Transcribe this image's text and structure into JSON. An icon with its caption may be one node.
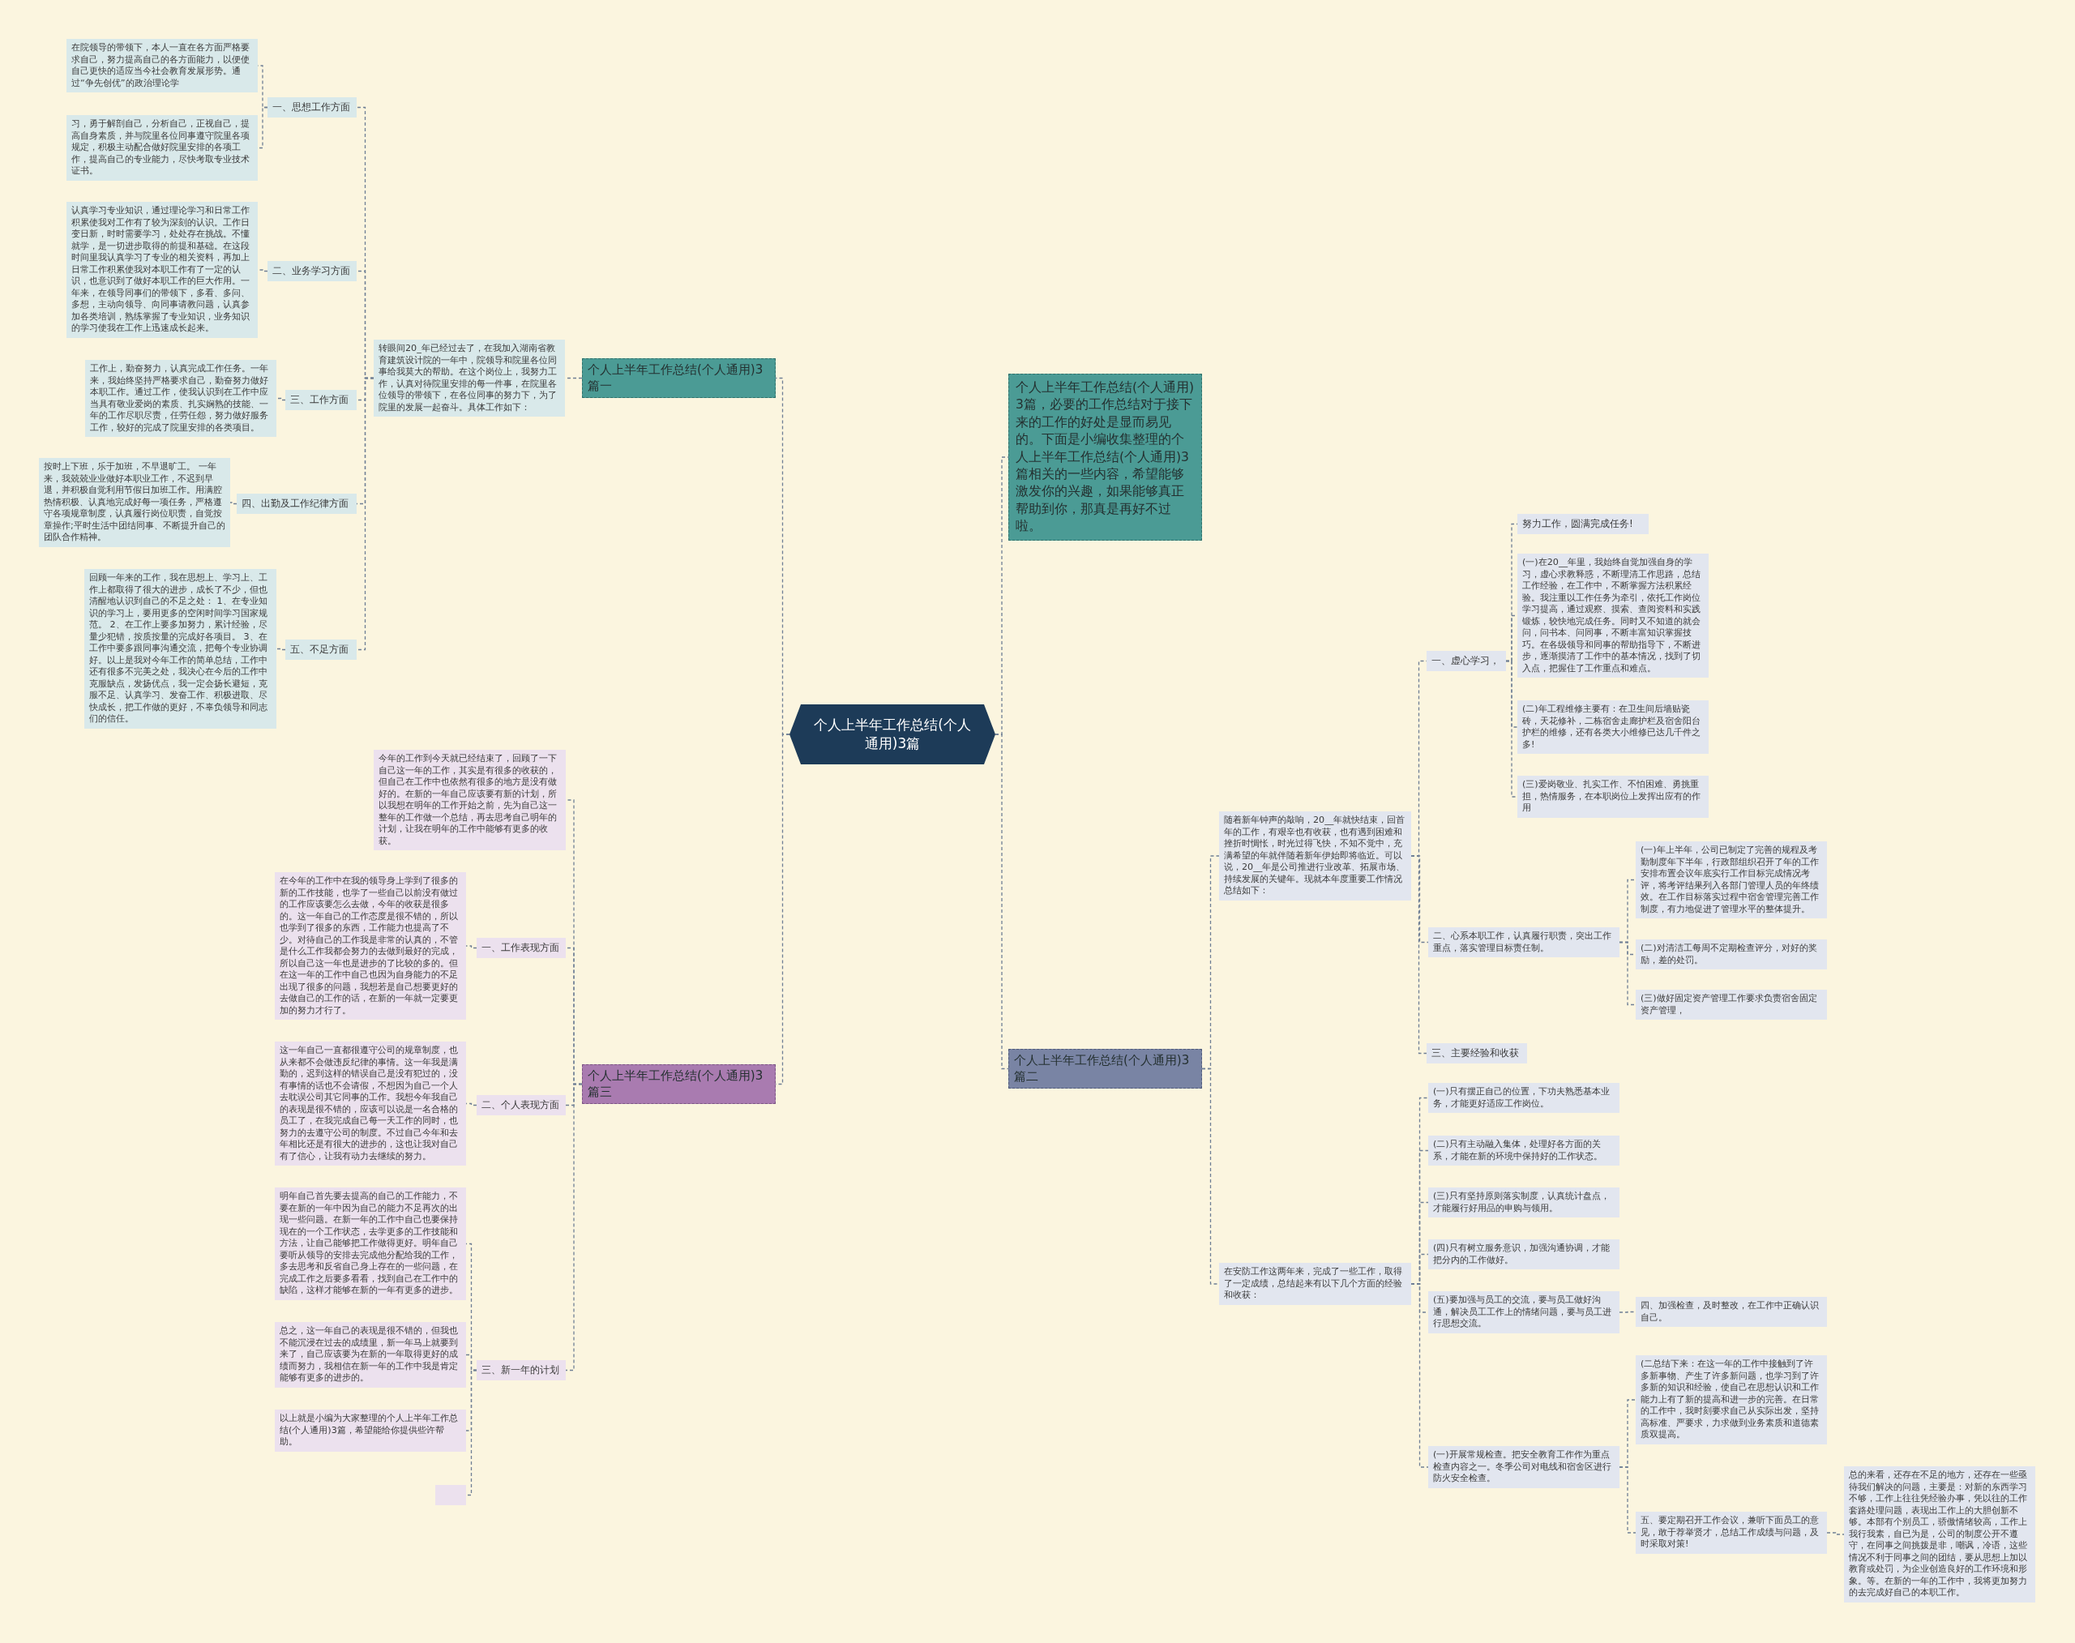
{
  "diagram": {
    "nodes": [
      {
        "text": [
          "个人上半年工作总结(个人通用)3篇"
        ]
      },
      {
        "text": [
          "个人上半年工作总结(个人通用)3篇一"
        ]
      },
      {
        "text": [
          "转眼间20_年已经过去了，在我加入湖南省教育建筑设计院的一年中，院领导和院里各位同事给我莫大的帮助。在这个岗位上，我努力工作，认真对待院里安排的每一件事，在院里各位领导的带领下，在各位同事的努力下，为了院里的发展一起奋斗。具体工作如下："
        ]
      },
      {
        "text": [
          "一、思想工作方面"
        ]
      },
      {
        "text": [
          "在院领导的带领下，本人一直在各方面严格要求自己，努力提高自己的各方面能力，以便使自己更快的适应当今社会教育发展形势。通过“争先创优”的政治理论学"
        ]
      },
      {
        "text": [
          "习，勇于解剖自己，分析自己，正视自己，提高自身素质，并与院里各位同事遵守院里各项规定，积极主动配合做好院里安排的各项工作，提高自己的专业能力，尽快考取专业技术证书。"
        ]
      },
      {
        "text": [
          "二、业务学习方面"
        ]
      },
      {
        "text": [
          "认真学习专业知识，通过理论学习和日常工作积累使我对工作有了较为深刻的认识。工作日变日新，时时需要学习，处处存在挑战。不懂就学，是一切进步取得的前提和基础。在这段时间里我认真学习了专业的相关资料，再加上日常工作积累使我对本职工作有了一定的认识，也意识到了做好本职工作的巨大作用。一年来，在领导同事们的带领下，多看、多问、多想，主动向领导、向同事请教问题，认真参加各类培训，熟练掌握了专业知识，业务知识的学习使我在工作上迅速成长起来。"
        ]
      },
      {
        "text": [
          "三、工作方面"
        ]
      },
      {
        "text": [
          "工作上，勤奋努力，认真完成工作任务。一年来，我始终坚持严格要求自己，勤奋努力做好本职工作。通过工作，使我认识到在工作中应当具有敬业爱岗的素质、扎实娴熟的技能、一年的工作尽职尽责，任劳任怨，努力做好服务工作，较好的完成了院里安排的各类项目。"
        ]
      },
      {
        "text": [
          "四、出勤及工作纪律方面"
        ]
      },
      {
        "text": [
          "按时上下班，乐于加班，不早退旷工。 一年来，我兢兢业业做好本职业工作，不迟到早退，并积极自觉利用节假日加班工作。用满腔热情积极、认真地完成好每一项任务，严格遵守各项规章制度，认真履行岗位职责，自觉按章操作;平时生活中团结同事、不断提升自己的团队合作精神。"
        ]
      },
      {
        "text": [
          "五、不足方面"
        ]
      },
      {
        "text": [
          "回顾一年来的工作，我在思想上、学习上、工作上都取得了很大的进步，成长了不少，但也清醒地认识到自己的不足之处： 1、在专业知识的学习上，要用更多的空闲时间学习国家规范。 2、在工作上要多加努力，累计经验，尽量少犯错，按质按量的完成好各项目。 3、在工作中要多跟同事沟通交流，把每个专业协调好。以上是我对今年工作的简单总结，工作中还有很多不完美之处，我决心在今后的工作中克服缺点，发扬优点，我一定会扬长避短，克服不足、认真学习、发奋工作、积极进取、尽快成长，把工作做的更好，不辜负领导和同志们的信任。"
        ]
      },
      {
        "text": [
          "个人上半年工作总结(个人通用)3篇三"
        ]
      },
      {
        "text": [
          "今年的工作到今天就已经结束了，回顾了一下自己这一年的工作，其实是有很多的收获的，但自己在工作中也依然有很多的地方是没有做好的。在新的一年自己应该要有新的计划，所以我想在明年的工作开始之前，先为自己这一整年的工作做一个总结，再去思考自己明年的计划，让我在明年的工作中能够有更多的收获。"
        ]
      },
      {
        "text": [
          "一、工作表现方面"
        ]
      },
      {
        "text": [
          "在今年的工作中在我的领导身上学到了很多的新的工作技能，也学了一些自己以前没有做过的工作应该要怎么去做，今年的收获是很多的。这一年自己的工作态度是很不错的，所以也学到了很多的东西，工作能力也提高了不少。对待自己的工作我是非常的认真的，不管是什么工作我都会努力的去做到最好的完成，所以自己这一年也是进步的了比较的多的。但在这一年的工作中自己也因为自身能力的不足出现了很多的问题，我想若是自己想要更好的去做自己的工作的话，在新的一年就一定要更加的努力才行了。"
        ]
      },
      {
        "text": [
          "二、个人表现方面"
        ]
      },
      {
        "text": [
          "这一年自己一直都很遵守公司的规章制度，也从来都不会做违反纪律的事情。这一年我是满勤的，迟到这样的错误自己是没有犯过的，没有事情的话也不会请假，不想因为自己一个人去耽误公司其它同事的工作。我想今年我自己的表现是很不错的，应该可以说是一名合格的员工了，在我完成自己每一天工作的同时，也努力的去遵守公司的制度。不过自己今年和去年相比还是有很大的进步的，这也让我对自己有了信心，让我有动力去继续的努力。"
        ]
      },
      {
        "text": [
          "三、新一年的计划"
        ]
      },
      {
        "text": [
          "明年自己首先要去提高的自己的工作能力，不要在新的一年中因为自己的能力不足再次的出现一些问题。在新一年的工作中自己也要保持现在的一个工作状态，去学更多的工作技能和方法，让自己能够把工作做得更好。明年自己要听从领导的安排去完成他分配给我的工作，多去思考和反省自己身上存在的一些问题，在完成工作之后要多看看，找到自己在工作中的缺陷，这样才能够在新的一年有更多的进步。"
        ]
      },
      {
        "text": [
          "总之，这一年自己的表现是很不错的，但我也不能沉浸在过去的成绩里，新一年马上就要到来了，自己应该要为在新的一年取得更好的成绩而努力，我相信在新一年的工作中我是肯定能够有更多的进步的。"
        ]
      },
      {
        "text": [
          "以上就是小编为大家整理的个人上半年工作总结(个人通用)3篇，希望能给你提供些许帮助。"
        ]
      },
      {
        "text": [],
        "shape": "box"
      },
      {
        "text": [
          "个人上半年工作总结(个人通用)3篇，必要的工作总结对于接下来的工作的好处是显而易见的。下面是小编收集整理的个人上半年工作总结(个人通用)3篇相关的一些内容，希望能够激发你的兴趣，如果能够真正帮助到你，那真是再好不过啦。"
        ]
      },
      {
        "text": [
          "个人上半年工作总结(个人通用)3篇二"
        ]
      },
      {
        "text": [
          "随着新年钟声的敲响，20__年就快结束，回首年的工作，有艰辛也有收获，也有遇到困难和挫折时惆怅，时光过得飞快，不知不觉中，充满希望的年就伴随着新年伊始即将临近。可以说，20__年是公司推进行业改革、拓展市场、持续发展的关键年。现就本年度重要工作情况总结如下："
        ]
      },
      {
        "text": [
          "一、虚心学习，"
        ]
      },
      {
        "text": [
          "努力工作，圆满完成任务!"
        ]
      },
      {
        "text": [
          "(一)在20__年里，我始终自觉加强自身的学习，虚心求教释惑，不断理清工作思路，总结工作经验，在工作中，不断掌握方法积累经验。我注重以工作任务为牵引，依托工作岗位学习提高，通过观察、摸索、查阅资料和实践锻炼，较快地完成任务。同时又不知道的就会问，问书本、问同事，不断丰富知识掌握技巧。在各级领导和同事的帮助指导下，不断进步，逐渐摸清了工作中的基本情况，找到了切入点，把握住了工作重点和难点。"
        ]
      },
      {
        "text": [
          "(二)年工程维修主要有：在卫生间后墙贴瓷砖，天花修补，二栋宿舍走廊护栏及宿舍阳台护栏的维修，还有各类大小维修已达几千件之多!"
        ]
      },
      {
        "text": [
          "(三)爱岗敬业、扎实工作、不怕困难、勇挑重担，热情服务，在本职岗位上发挥出应有的作用"
        ]
      },
      {
        "text": [
          "二、心系本职工作，认真履行职责，突出工作重点，落实管理目标责任制。"
        ]
      },
      {
        "text": [
          "(一)年上半年，公司已制定了完善的规程及考勤制度年下半年，行政部组织召开了年的工作安排布置会议年底实行工作目标完成情况考评，将考评结果列入各部门管理人员的年终绩效。在工作目标落实过程中宿舍管理完善工作制度，有力地促进了管理水平的整体提升。"
        ]
      },
      {
        "text": [
          "(二)对清洁工每周不定期检查评分，对好的奖励，差的处罚。"
        ]
      },
      {
        "text": [
          "(三)做好固定资产管理工作要求负责宿舍固定资产管理，"
        ]
      },
      {
        "text": [
          "三、主要经验和收获"
        ]
      },
      {
        "text": [
          "在安防工作这两年来，完成了一些工作，取得了一定成绩，总结起来有以下几个方面的经验和收获："
        ]
      },
      {
        "text": [
          "(一)只有摆正自己的位置，下功夫熟悉基本业务，才能更好适应工作岗位。"
        ]
      },
      {
        "text": [
          "(二)只有主动融入集体，处理好各方面的关系，才能在新的环境中保持好的工作状态。"
        ]
      },
      {
        "text": [
          "(三)只有坚持原则落实制度，认真统计盘点，才能履行好用品的申购与领用。"
        ]
      },
      {
        "text": [
          "(四)只有树立服务意识，加强沟通协调，才能把分内的工作做好。"
        ]
      },
      {
        "text": [
          "(五)要加强与员工的交流，要与员工做好沟通，解决员工工作上的情绪问题，要与员工进行思想交流。"
        ]
      },
      {
        "text": [
          "四、加强检查，及时整改，在工作中正确认识自己。"
        ]
      },
      {
        "text": [
          "(一)开展常规检查。把安全教育工作作为重点检查内容之一。冬季公司对电线和宿舍区进行防火安全检查。"
        ]
      },
      {
        "text": [
          "(二总结下来：在这一年的工作中接触到了许多新事物、产生了许多新问题，也学习到了许多新的知识和经验，使自己在思想认识和工作能力上有了新的提高和进一步的完善。在日常的工作中，我时刻要求自己从实际出发，坚持高标准、严要求，力求做到业务素质和道德素质双提高。"
        ]
      },
      {
        "text": [
          "五、要定期召开工作会议，兼听下面员工的意见，敢于荐举贤才，总结工作成绩与问题，及时采取对策!"
        ]
      },
      {
        "text": [
          "总的来看，还存在不足的地方，还存在一些亟待我们解决的问题，主要是：对新的东西学习不够，工作上往往凭经验办事，凭以往的工作套路处理问题，表现出工作上的大胆创新不够。本部有个别员工，骄傲情绪较高，工作上我行我素，自已为是，公司的制度公开不遵守，在同事之间挑拨是非，嘲讽，冷语，这些情况不利于同事之间的团结，要从思想上加以教育或处罚，为企业创造良好的工作环境和形象。等。在新的一年的工作中，我将更加努力的去完成好自己的本职工作。"
        ]
      }
    ],
    "edges": [
      {
        "from": 0,
        "to": 1,
        "arrow": "none"
      },
      {
        "from": 1,
        "to": 2,
        "arrow": "none"
      },
      {
        "from": 2,
        "to": 3,
        "arrow": "none"
      },
      {
        "from": 3,
        "to": 4,
        "arrow": "none"
      },
      {
        "from": 3,
        "to": 5,
        "arrow": "none"
      },
      {
        "from": 2,
        "to": 6,
        "arrow": "none"
      },
      {
        "from": 6,
        "to": 7,
        "arrow": "none"
      },
      {
        "from": 2,
        "to": 8,
        "arrow": "none"
      },
      {
        "from": 8,
        "to": 9,
        "arrow": "none"
      },
      {
        "from": 2,
        "to": 10,
        "arrow": "none"
      },
      {
        "from": 10,
        "to": 11,
        "arrow": "none"
      },
      {
        "from": 2,
        "to": 12,
        "arrow": "none"
      },
      {
        "from": 12,
        "to": 13,
        "arrow": "none"
      },
      {
        "from": 0,
        "to": 14,
        "arrow": "none"
      },
      {
        "from": 14,
        "to": 15,
        "arrow": "none"
      },
      {
        "from": 14,
        "to": 16,
        "arrow": "none"
      },
      {
        "from": 16,
        "to": 17,
        "arrow": "none"
      },
      {
        "from": 14,
        "to": 18,
        "arrow": "none"
      },
      {
        "from": 18,
        "to": 19,
        "arrow": "none"
      },
      {
        "from": 14,
        "to": 20,
        "arrow": "none"
      },
      {
        "from": 20,
        "to": 21,
        "arrow": "none"
      },
      {
        "from": 20,
        "to": 22,
        "arrow": "none"
      },
      {
        "from": 20,
        "to": 23,
        "arrow": "none"
      },
      {
        "from": 20,
        "to": 24,
        "arrow": "none"
      },
      {
        "from": 0,
        "to": 25,
        "arrow": "none"
      },
      {
        "from": 0,
        "to": 26,
        "arrow": "none"
      },
      {
        "from": 26,
        "to": 27,
        "arrow": "none"
      },
      {
        "from": 27,
        "to": 28,
        "arrow": "none"
      },
      {
        "from": 28,
        "to": 29,
        "arrow": "none"
      },
      {
        "from": 28,
        "to": 30,
        "arrow": "none"
      },
      {
        "from": 28,
        "to": 31,
        "arrow": "none"
      },
      {
        "from": 28,
        "to": 32,
        "arrow": "none"
      },
      {
        "from": 27,
        "to": 33,
        "arrow": "none"
      },
      {
        "from": 33,
        "to": 34,
        "arrow": "none"
      },
      {
        "from": 33,
        "to": 35,
        "arrow": "none"
      },
      {
        "from": 33,
        "to": 36,
        "arrow": "none"
      },
      {
        "from": 27,
        "to": 37,
        "arrow": "none"
      },
      {
        "from": 26,
        "to": 38,
        "arrow": "none"
      },
      {
        "from": 38,
        "to": 39,
        "arrow": "none"
      },
      {
        "from": 38,
        "to": 40,
        "arrow": "none"
      },
      {
        "from": 38,
        "to": 41,
        "arrow": "none"
      },
      {
        "from": 38,
        "to": 42,
        "arrow": "none"
      },
      {
        "from": 38,
        "to": 43,
        "arrow": "none"
      },
      {
        "from": 43,
        "to": 44,
        "arrow": "none"
      },
      {
        "from": 38,
        "to": 45,
        "arrow": "none"
      },
      {
        "from": 45,
        "to": 46,
        "arrow": "none"
      },
      {
        "from": 45,
        "to": 47,
        "arrow": "none"
      },
      {
        "from": 47,
        "to": 48,
        "arrow": "none"
      }
    ]
  }
}
